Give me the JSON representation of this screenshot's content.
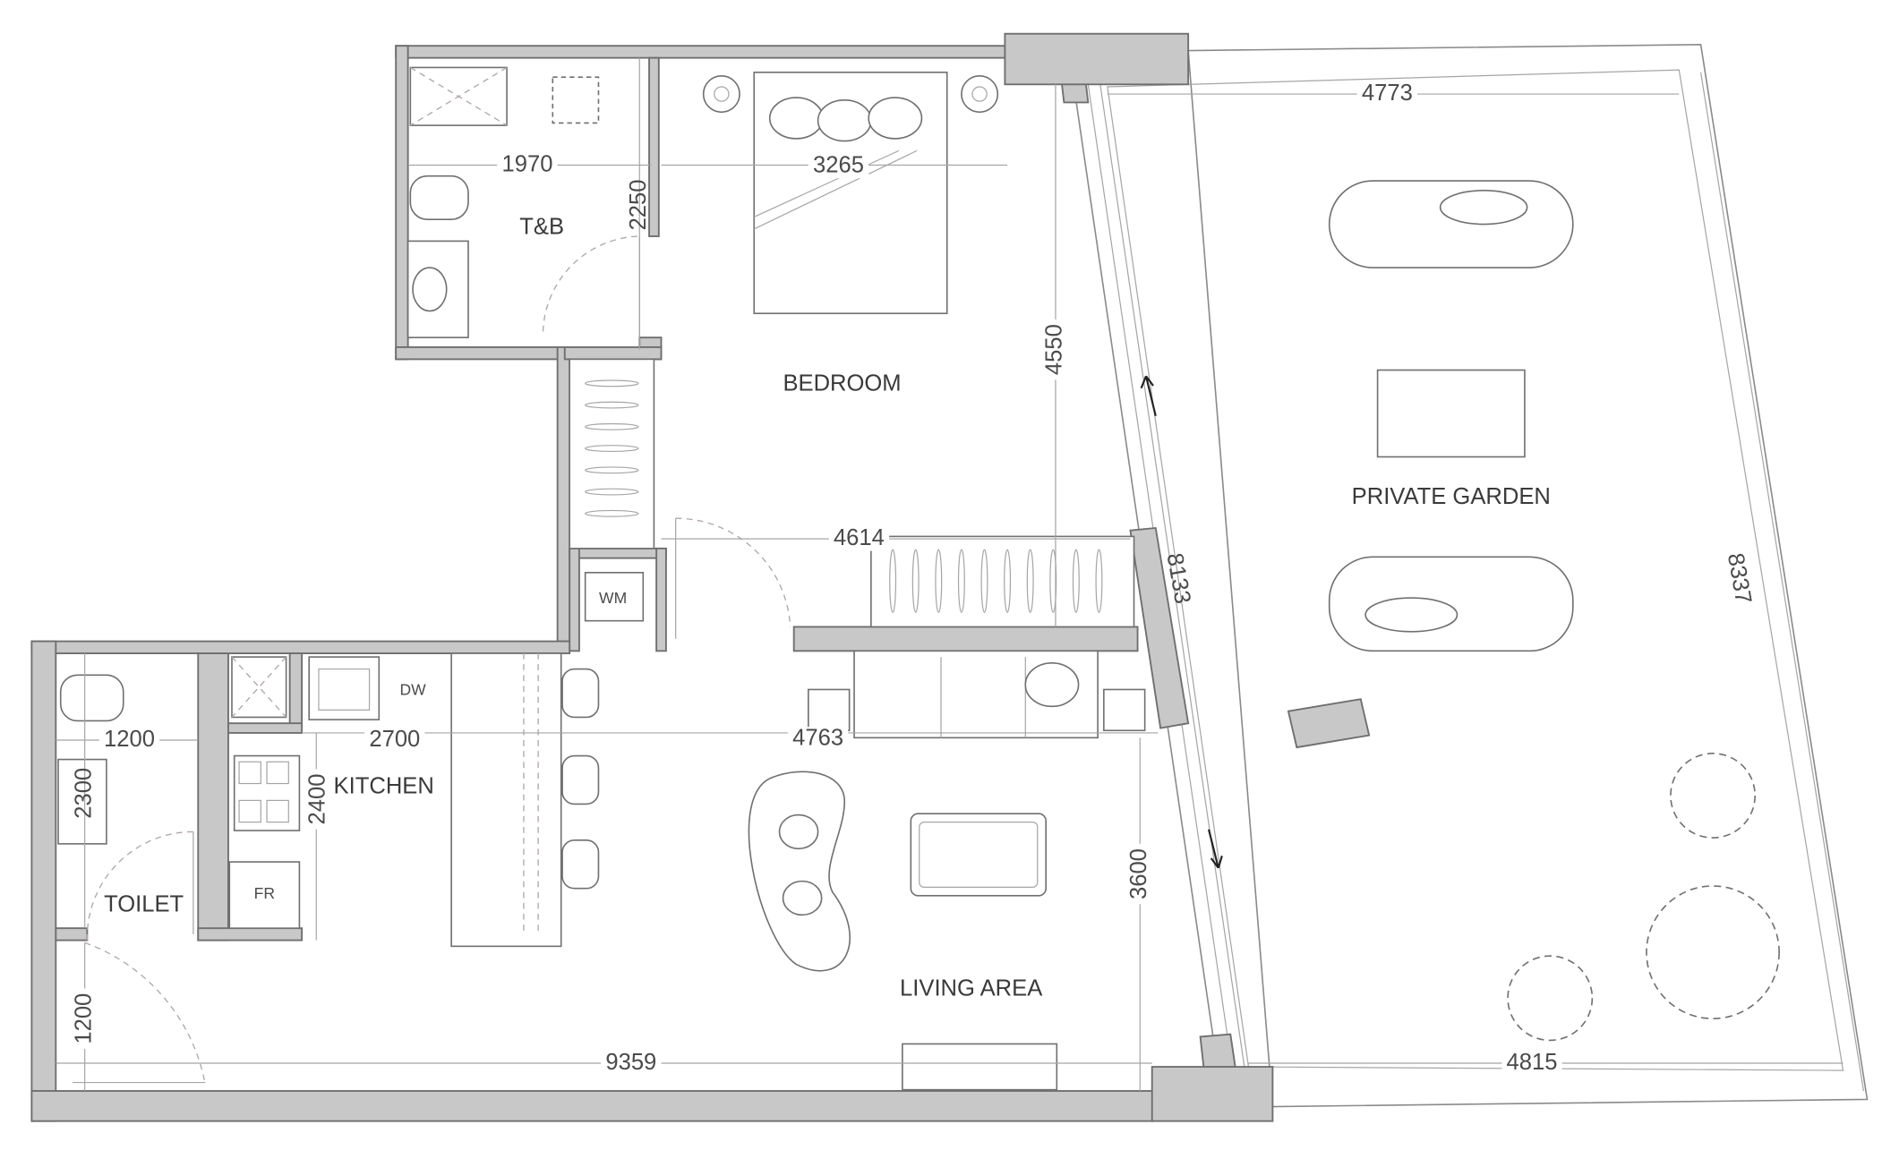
{
  "rooms": {
    "tb": "T&B",
    "bedroom": "BEDROOM",
    "garden": "PRIVATE GARDEN",
    "kitchen": "KITCHEN",
    "toilet": "TOILET",
    "living": "LIVING AREA"
  },
  "appliances": {
    "dw": "DW",
    "fr": "FR",
    "wm": "WM"
  },
  "dimensions": {
    "tb_width": "1970",
    "tb_depth": "2250",
    "bed_width": "3265",
    "bed_depth": "4550",
    "bedroom_width": "4614",
    "garden_top": "4773",
    "garden_bottom": "4815",
    "glazing_length": "8133",
    "garden_depth": "8337",
    "toilet_width": "1200",
    "toilet_depth": "2300",
    "kitchen_width": "2700",
    "kitchen_depth": "2400",
    "living_width": "4763",
    "living_depth": "3600",
    "entry_depth": "1200",
    "total_width": "9359"
  },
  "colors": {
    "wall": "#c8c8c8",
    "outline": "#6f6f6f",
    "text": "#3a3a3a"
  }
}
